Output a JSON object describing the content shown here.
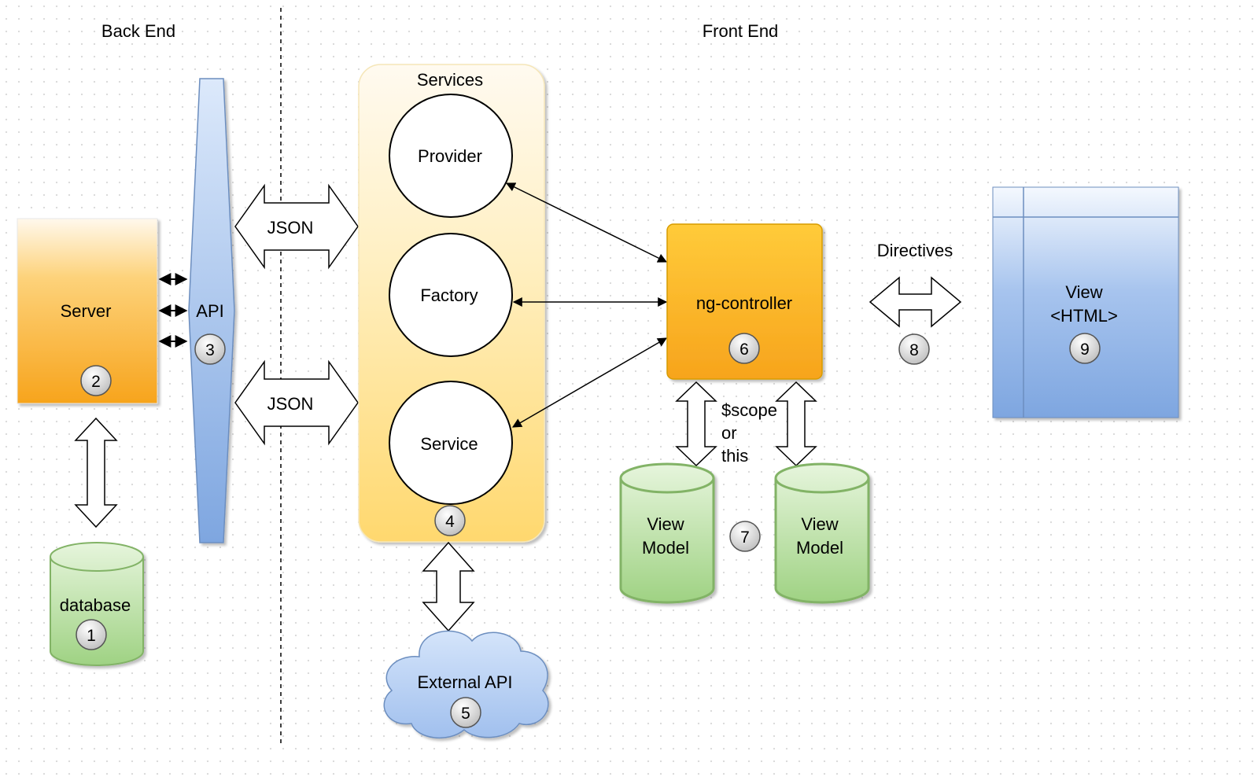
{
  "headers": {
    "back_end": "Back End",
    "front_end": "Front End"
  },
  "nodes": {
    "database": {
      "label": "database",
      "badge": "1"
    },
    "server": {
      "label": "Server",
      "badge": "2"
    },
    "api": {
      "label": "API",
      "badge": "3"
    },
    "services": {
      "title": "Services",
      "badge": "4"
    },
    "provider": {
      "label": "Provider"
    },
    "factory": {
      "label": "Factory"
    },
    "service": {
      "label": "Service"
    },
    "external_api": {
      "label": "External API",
      "badge": "5"
    },
    "ng_controller": {
      "label": "ng-controller",
      "badge": "6"
    },
    "view_model_left": {
      "line1": "View",
      "line2": "Model"
    },
    "view_model_right": {
      "line1": "View",
      "line2": "Model"
    },
    "view_models_badge": "7",
    "view_html": {
      "line1": "View",
      "line2": "<HTML>",
      "badge": "9"
    }
  },
  "connectors": {
    "json_top": "JSON",
    "json_bottom": "JSON",
    "directives": {
      "label": "Directives",
      "badge": "8"
    },
    "scope": {
      "line1": "$scope",
      "line2": "or",
      "line3": "this"
    }
  },
  "colors": {
    "orange": "#f7a41c",
    "yellow_container": "#fff2cc",
    "blue": "#7ea6e0",
    "green": "#a9d88c",
    "green_stroke": "#82b366",
    "cloud": "#a8c7f0"
  }
}
